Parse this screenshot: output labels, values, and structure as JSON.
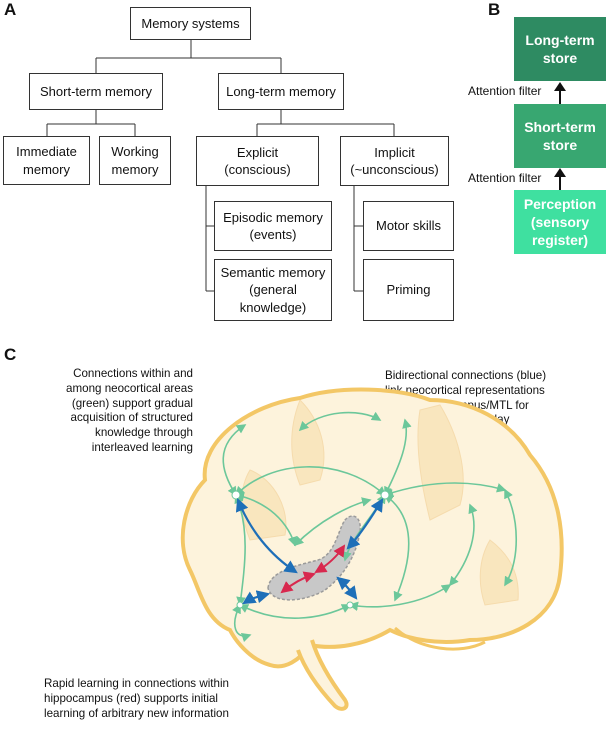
{
  "panels": {
    "a": "A",
    "b": "B",
    "c": "C"
  },
  "tree": {
    "root": "Memory systems",
    "short_term": "Short-term memory",
    "long_term": "Long-term memory",
    "immediate": "Immediate\nmemory",
    "working": "Working\nmemory",
    "explicit": "Explicit\n(conscious)",
    "implicit": "Implicit\n(~unconscious)",
    "episodic": "Episodic memory\n(events)",
    "semantic": "Semantic memory\n(general\nknowledge)",
    "motor": "Motor skills",
    "priming": "Priming"
  },
  "stores": {
    "long_term": "Long-term\nstore",
    "short_term": "Short-term\nstore",
    "perception": "Perception\n(sensory\nregister)",
    "filter_top": "Attention filter",
    "filter_bottom": "Attention filter",
    "colors": {
      "dark": "#2e8b62",
      "mid": "#38a771",
      "light": "#3fe0a0"
    }
  },
  "brain": {
    "note_green": "Connections within and\namong neocortical areas\n(green) support gradual\nacquisition of structured\nknowledge through\ninterleaved learning",
    "note_blue": "Bidirectional connections (blue)\nlink neocortical representations\nto the hippocampus/MTL for\nstorage, retrieval, replay",
    "note_red": "Rapid learning in connections within\nhippocampus (red) supports initial\nlearning of arbitrary new information",
    "colors": {
      "outline": "#f3c766",
      "fill": "#fdf3dc",
      "green": "#6cc79a",
      "blue": "#1e6fb8",
      "red": "#d8284e",
      "hippocampus": "#c8c8c8"
    }
  }
}
